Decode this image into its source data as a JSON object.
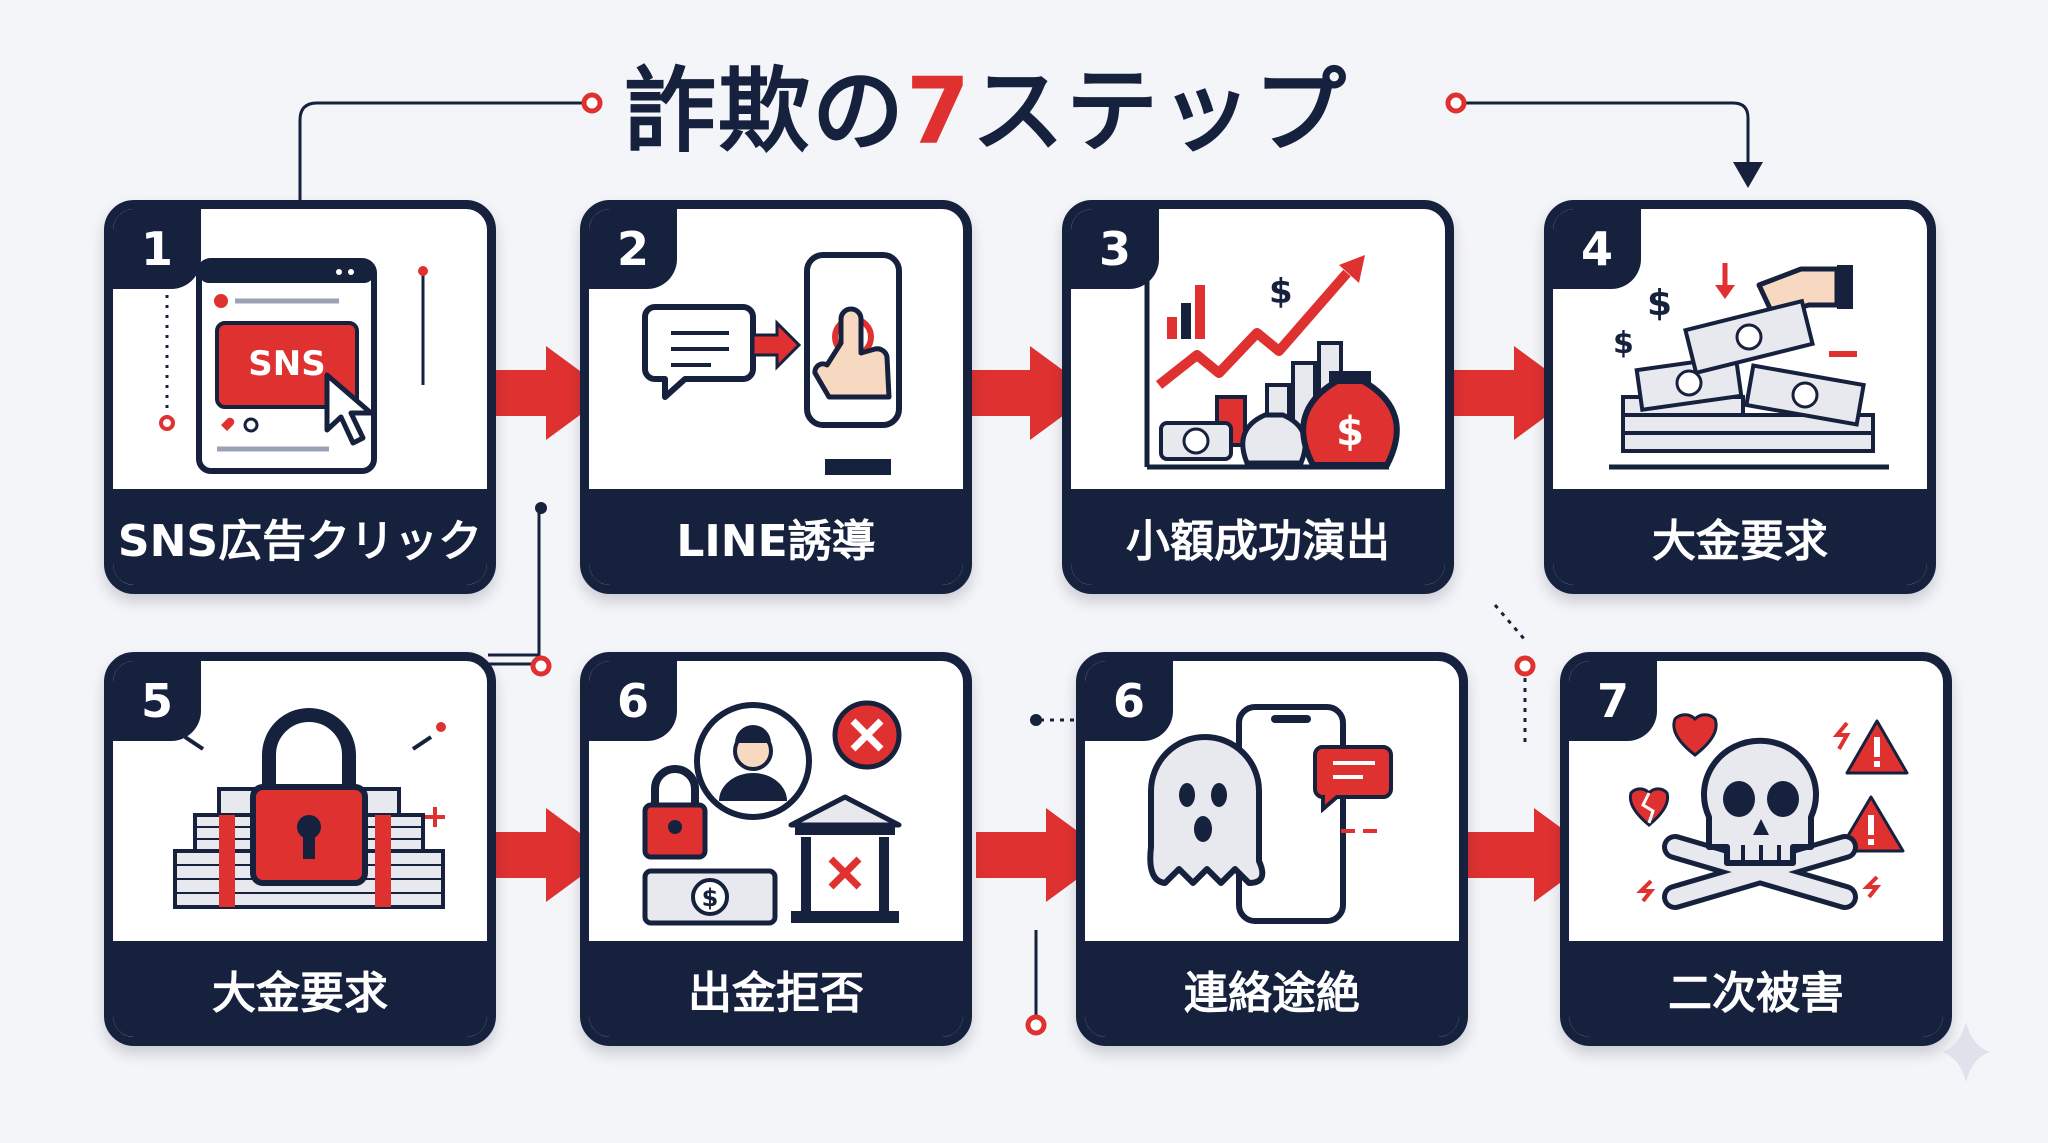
{
  "title": {
    "prefix": "詐欺の",
    "number": "7",
    "suffix": "ステップ"
  },
  "colors": {
    "navy": "#16213e",
    "red": "#e03131",
    "background": "#f4f5f8"
  },
  "steps": [
    {
      "number": "1",
      "label": "SNS広告クリック",
      "icon": "sns-ad-click-icon",
      "icon_text": "SNS"
    },
    {
      "number": "2",
      "label": "LINE誘導",
      "icon": "chat-to-phone-icon"
    },
    {
      "number": "3",
      "label": "小額成功演出",
      "icon": "profit-chart-icon",
      "icon_text": "$"
    },
    {
      "number": "4",
      "label": "大金要求",
      "icon": "money-stacks-icon",
      "icon_text": "$"
    },
    {
      "number": "5",
      "label": "大金要求",
      "icon": "locked-money-icon"
    },
    {
      "number": "6",
      "label": "出金拒否",
      "icon": "withdrawal-denied-icon",
      "icon_text": "$"
    },
    {
      "number": "6",
      "label": "連絡途絶",
      "icon": "ghost-phone-icon"
    },
    {
      "number": "7",
      "label": "二次被害",
      "icon": "skull-crossbones-icon"
    }
  ]
}
